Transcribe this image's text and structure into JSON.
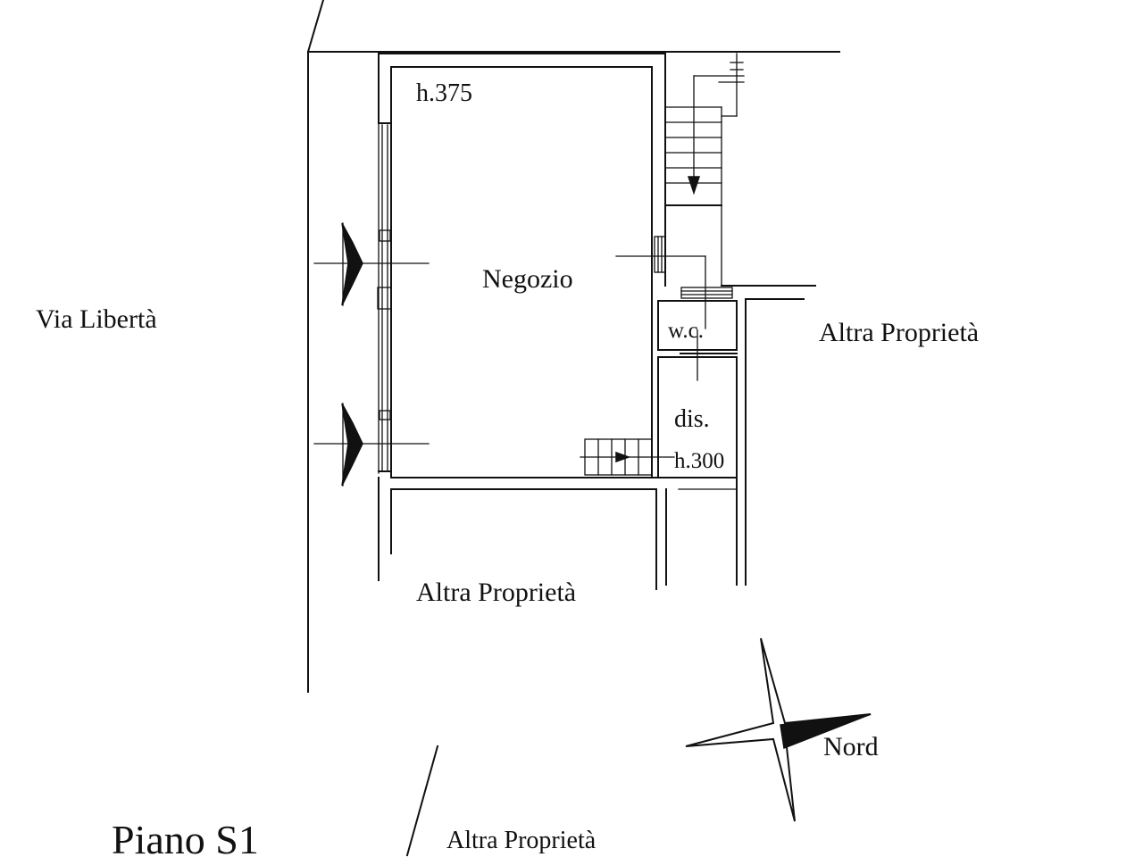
{
  "labels": {
    "height_main": "h.375",
    "room_shop": "Negozio",
    "street": "Via Libertà",
    "wc": "w.c.",
    "other_property_right": "Altra Proprietà",
    "hallway": "dis.",
    "height_secondary": "h.300",
    "other_property_bottom": "Altra Proprietà",
    "north": "Nord",
    "floor": "Piano S1",
    "other_property_far": "Altra Proprietà"
  },
  "colors": {
    "ink": "#111111",
    "paper": "#ffffff"
  }
}
